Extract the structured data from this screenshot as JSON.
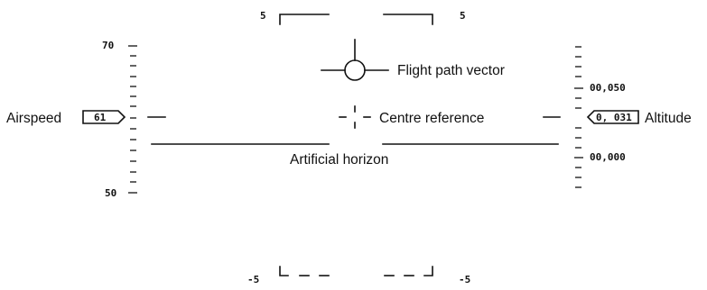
{
  "labels": {
    "airspeed": "Airspeed",
    "altitude": "Altitude",
    "flight_path_vector": "Flight path vector",
    "centre_reference": "Centre reference",
    "artificial_horizon": "Artificial horizon"
  },
  "readouts": {
    "airspeed_value": "61",
    "altitude_value": "0, 031"
  },
  "airspeed_scale": {
    "upper_label": "70",
    "lower_label": "50"
  },
  "altitude_scale": {
    "upper_label": "00,050",
    "lower_label": "00,000"
  },
  "pitch_ladder": {
    "upper_left": "5",
    "upper_right": "5",
    "lower_left": "-5",
    "lower_right": "-5"
  }
}
